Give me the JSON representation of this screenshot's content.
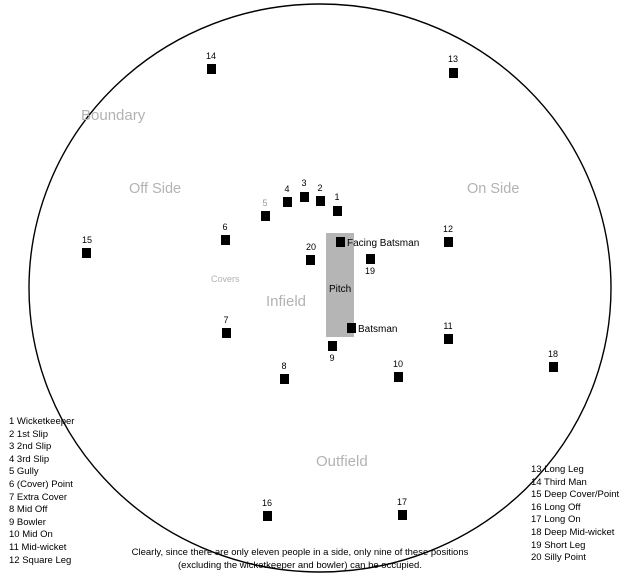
{
  "zones": {
    "boundary": "Boundary",
    "off_side": "Off Side",
    "on_side": "On Side",
    "infield": "Infield",
    "outfield": "Outfield",
    "covers": "Covers"
  },
  "pitch": {
    "label": "Pitch",
    "facing_batsman": "Facing Batsman",
    "batsman": "Batsman"
  },
  "positions": [
    {
      "num": "1"
    },
    {
      "num": "2"
    },
    {
      "num": "3"
    },
    {
      "num": "4"
    },
    {
      "num": "5"
    },
    {
      "num": "6"
    },
    {
      "num": "7"
    },
    {
      "num": "8"
    },
    {
      "num": "9"
    },
    {
      "num": "10"
    },
    {
      "num": "11"
    },
    {
      "num": "12"
    },
    {
      "num": "13"
    },
    {
      "num": "14"
    },
    {
      "num": "15"
    },
    {
      "num": "16"
    },
    {
      "num": "17"
    },
    {
      "num": "18"
    },
    {
      "num": "19"
    },
    {
      "num": "20"
    }
  ],
  "legend_left": [
    "1 Wicketkeeper",
    "2 1st Slip",
    "3 2nd Slip",
    "4 3rd Slip",
    "5 Gully",
    "6 (Cover) Point",
    "7 Extra Cover",
    "8 Mid Off",
    "9 Bowler",
    "10 Mid On",
    "11 Mid-wicket",
    "12 Square Leg"
  ],
  "legend_right": [
    "13 Long Leg",
    "14 Third Man",
    "15 Deep Cover/Point",
    "16 Long Off",
    "17 Long On",
    "18 Deep Mid-wicket",
    "19 Short Leg",
    "20 Silly Point"
  ],
  "note": {
    "line1": "Clearly, since there are only eleven people in a side, only nine of these positions",
    "line2": "(excluding the wicketkeeper and bowler) can be occupied."
  }
}
